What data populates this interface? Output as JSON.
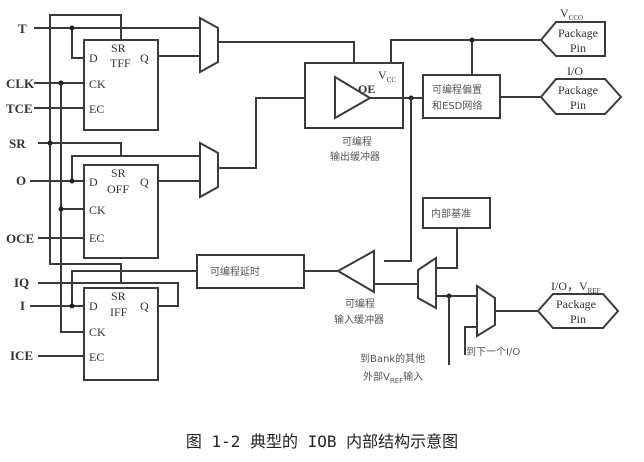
{
  "figure": {
    "caption": "图 1-2 典型的 IOB 内部结构示意图"
  },
  "inputs": {
    "T": "T",
    "CLK": "CLK",
    "TCE": "TCE",
    "SR": "SR",
    "O": "O",
    "OCE": "OCE",
    "IQ": "IQ",
    "I": "I",
    "ICE": "ICE"
  },
  "flipflops": [
    {
      "name": "TFF",
      "d": "D",
      "sr": "SR",
      "q": "Q",
      "ck": "CK",
      "ec": "EC"
    },
    {
      "name": "OFF",
      "d": "D",
      "sr": "SR",
      "q": "Q",
      "ck": "CK",
      "ec": "EC"
    },
    {
      "name": "IFF",
      "d": "D",
      "sr": "SR",
      "q": "Q",
      "ck": "CK",
      "ec": "EC"
    }
  ],
  "output_buffer": {
    "oe": "OE",
    "vcc": "V",
    "vcc_sub": "CC",
    "label_line1": "可编程",
    "label_line2": "输出缓冲器"
  },
  "bias_esd": {
    "line1": "可编程偏置",
    "line2": "和ESD网络"
  },
  "pins": [
    {
      "top": "V",
      "top_sub": "CCO",
      "line1": "Package",
      "line2": "Pin"
    },
    {
      "top": "I/O",
      "top_sub": "",
      "line1": "Package",
      "line2": "Pin"
    },
    {
      "top": "I/O，V",
      "top_sub": "REF",
      "line1": "Package",
      "line2": "Pin"
    }
  ],
  "delay": {
    "label": "可编程延时"
  },
  "input_buffer": {
    "label_line1": "可编程",
    "label_line2": "输入缓冲器"
  },
  "internal_ref": {
    "label": "内部基准"
  },
  "bank_note": {
    "line1": "到Bank的其他",
    "line2_a": "外部V",
    "line2_sub": "REF",
    "line2_b": "输入"
  },
  "next_io": {
    "label": "到下一个I/O"
  }
}
